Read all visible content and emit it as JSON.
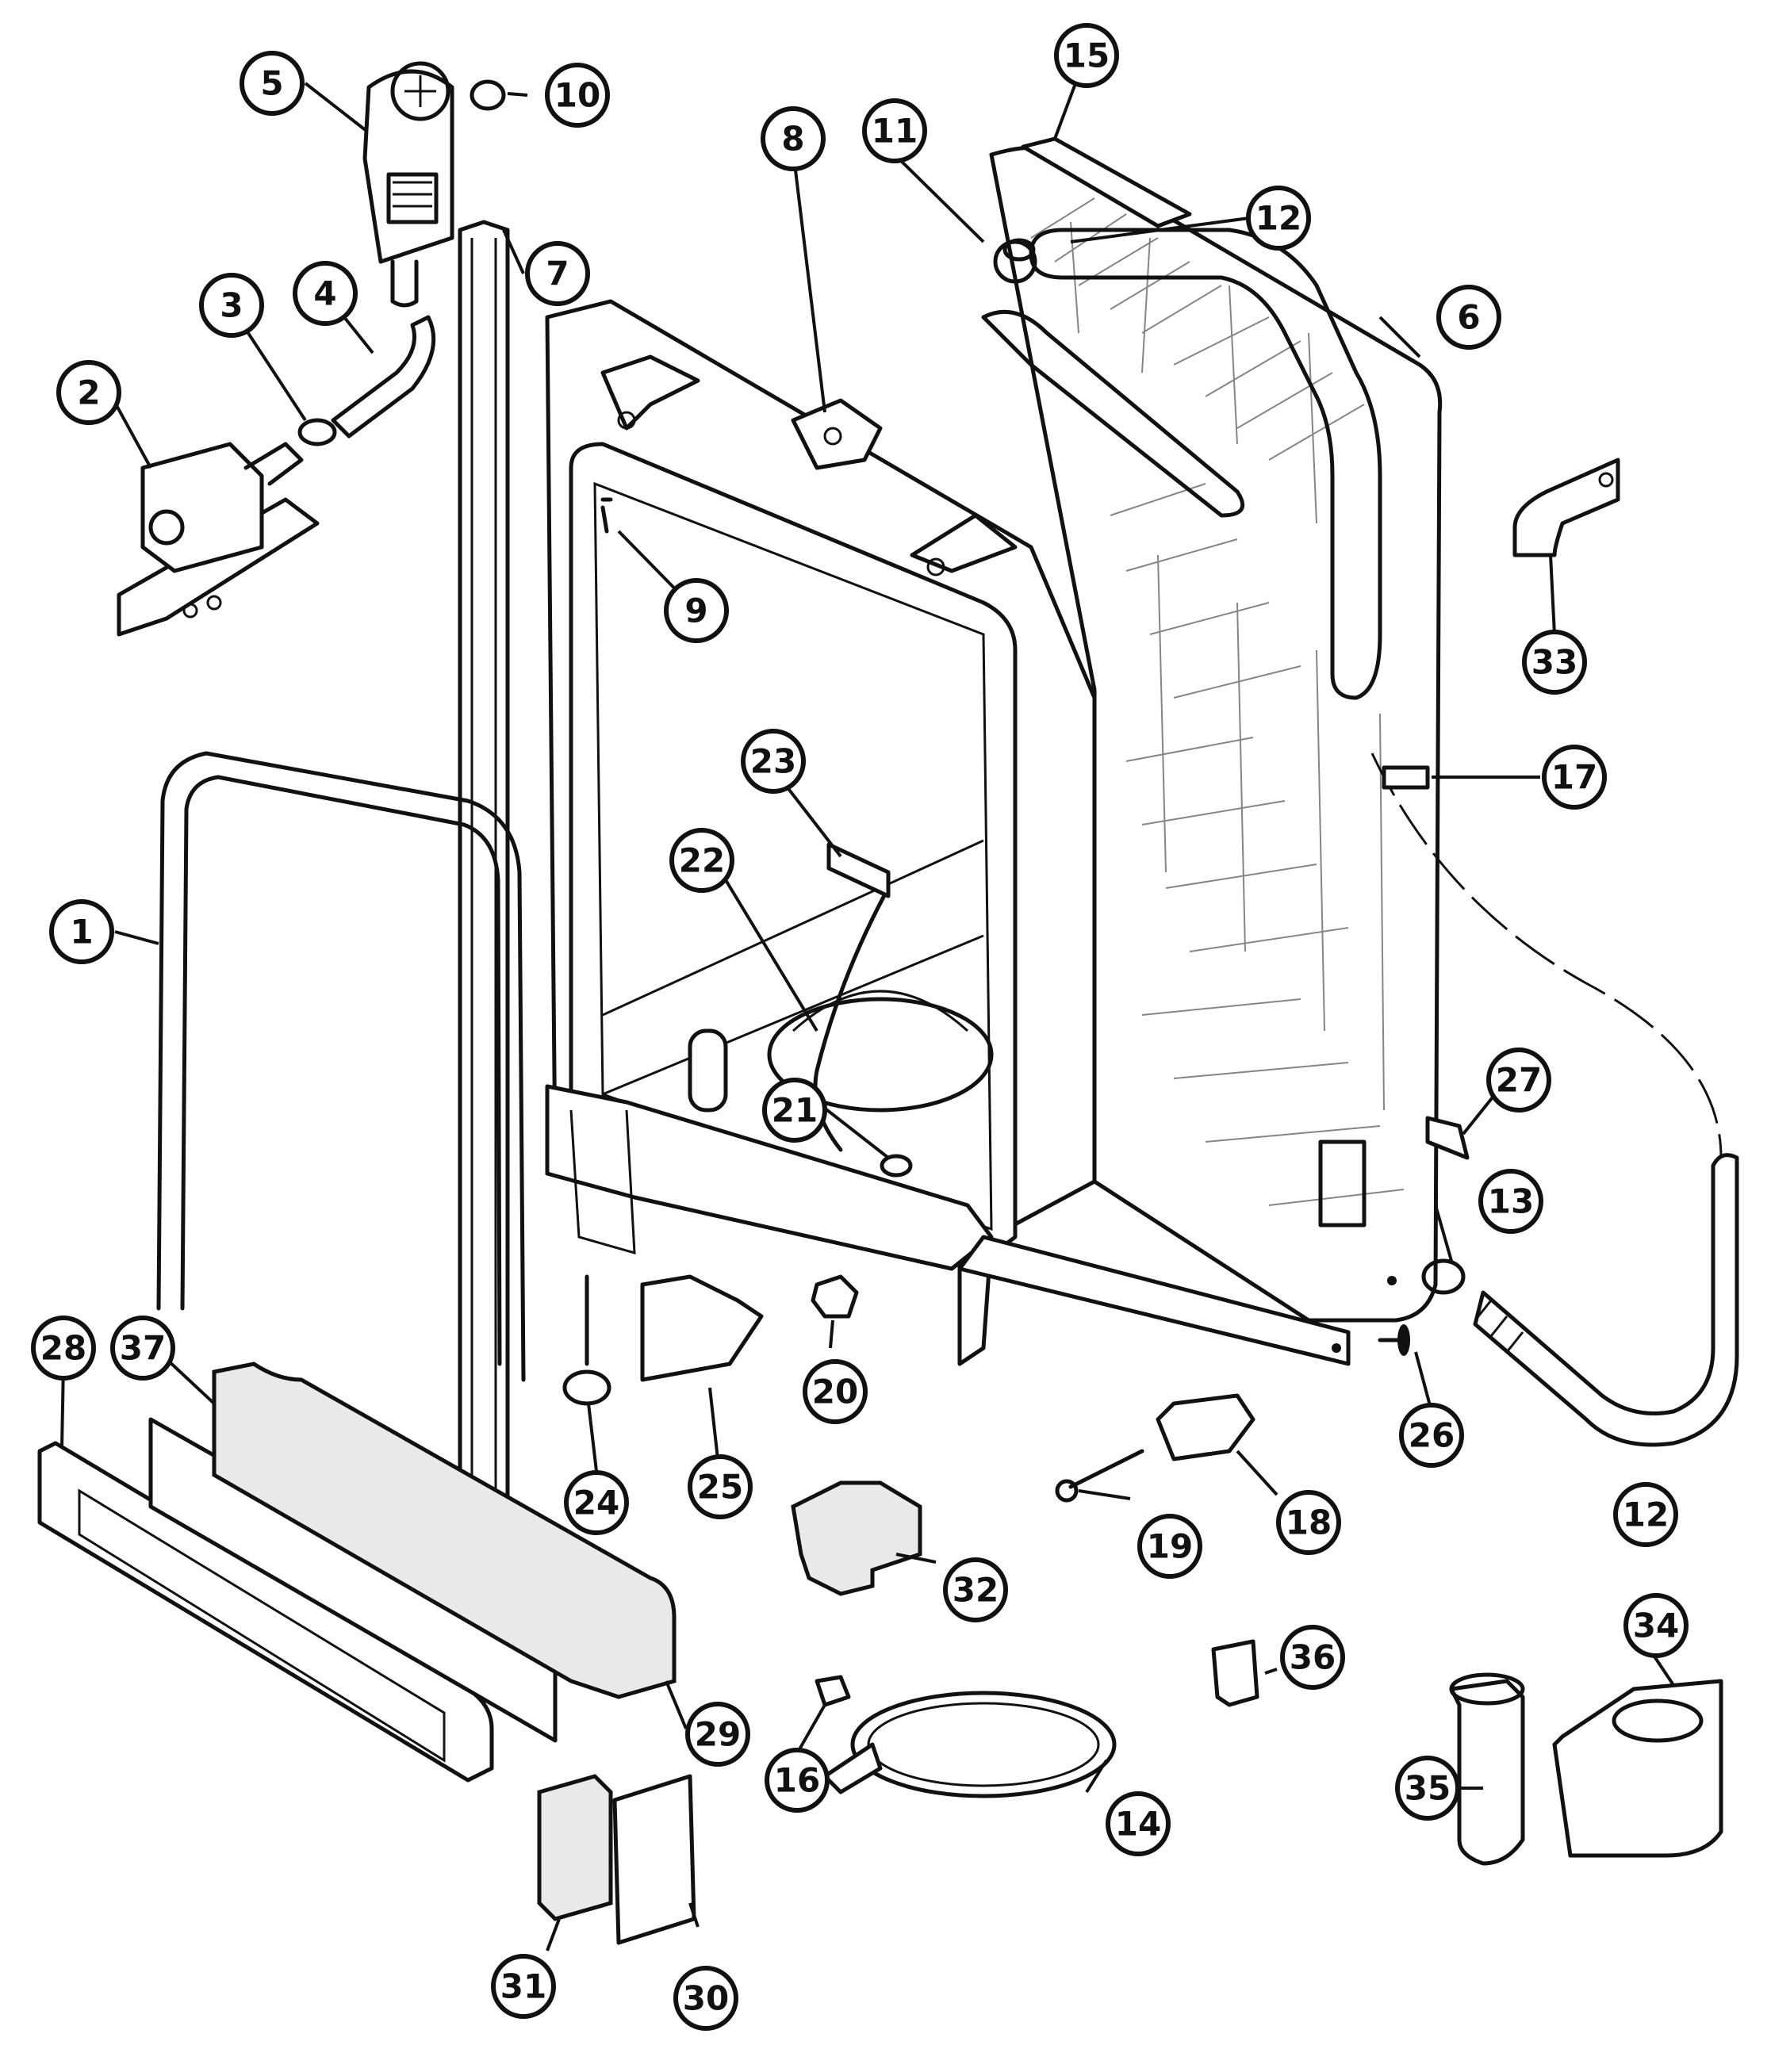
{
  "diagram": {
    "callouts": [
      {
        "id": "c1",
        "label": "1"
      },
      {
        "id": "c2",
        "label": "2"
      },
      {
        "id": "c3",
        "label": "3"
      },
      {
        "id": "c4",
        "label": "4"
      },
      {
        "id": "c5",
        "label": "5"
      },
      {
        "id": "c6",
        "label": "6"
      },
      {
        "id": "c7",
        "label": "7"
      },
      {
        "id": "c8",
        "label": "8"
      },
      {
        "id": "c9",
        "label": "9"
      },
      {
        "id": "c10",
        "label": "10"
      },
      {
        "id": "c11",
        "label": "11"
      },
      {
        "id": "c12a",
        "label": "12"
      },
      {
        "id": "c12b",
        "label": "12"
      },
      {
        "id": "c13",
        "label": "13"
      },
      {
        "id": "c14",
        "label": "14"
      },
      {
        "id": "c15",
        "label": "15"
      },
      {
        "id": "c16",
        "label": "16"
      },
      {
        "id": "c17",
        "label": "17"
      },
      {
        "id": "c18",
        "label": "18"
      },
      {
        "id": "c19",
        "label": "19"
      },
      {
        "id": "c20",
        "label": "20"
      },
      {
        "id": "c21",
        "label": "21"
      },
      {
        "id": "c22",
        "label": "22"
      },
      {
        "id": "c23",
        "label": "23"
      },
      {
        "id": "c24",
        "label": "24"
      },
      {
        "id": "c25",
        "label": "25"
      },
      {
        "id": "c26",
        "label": "26"
      },
      {
        "id": "c27",
        "label": "27"
      },
      {
        "id": "c28",
        "label": "28"
      },
      {
        "id": "c29",
        "label": "29"
      },
      {
        "id": "c30",
        "label": "30"
      },
      {
        "id": "c31",
        "label": "31"
      },
      {
        "id": "c32",
        "label": "32"
      },
      {
        "id": "c33",
        "label": "33"
      },
      {
        "id": "c34",
        "label": "34"
      },
      {
        "id": "c35",
        "label": "35"
      },
      {
        "id": "c36",
        "label": "36"
      },
      {
        "id": "c37",
        "label": "37"
      }
    ]
  }
}
